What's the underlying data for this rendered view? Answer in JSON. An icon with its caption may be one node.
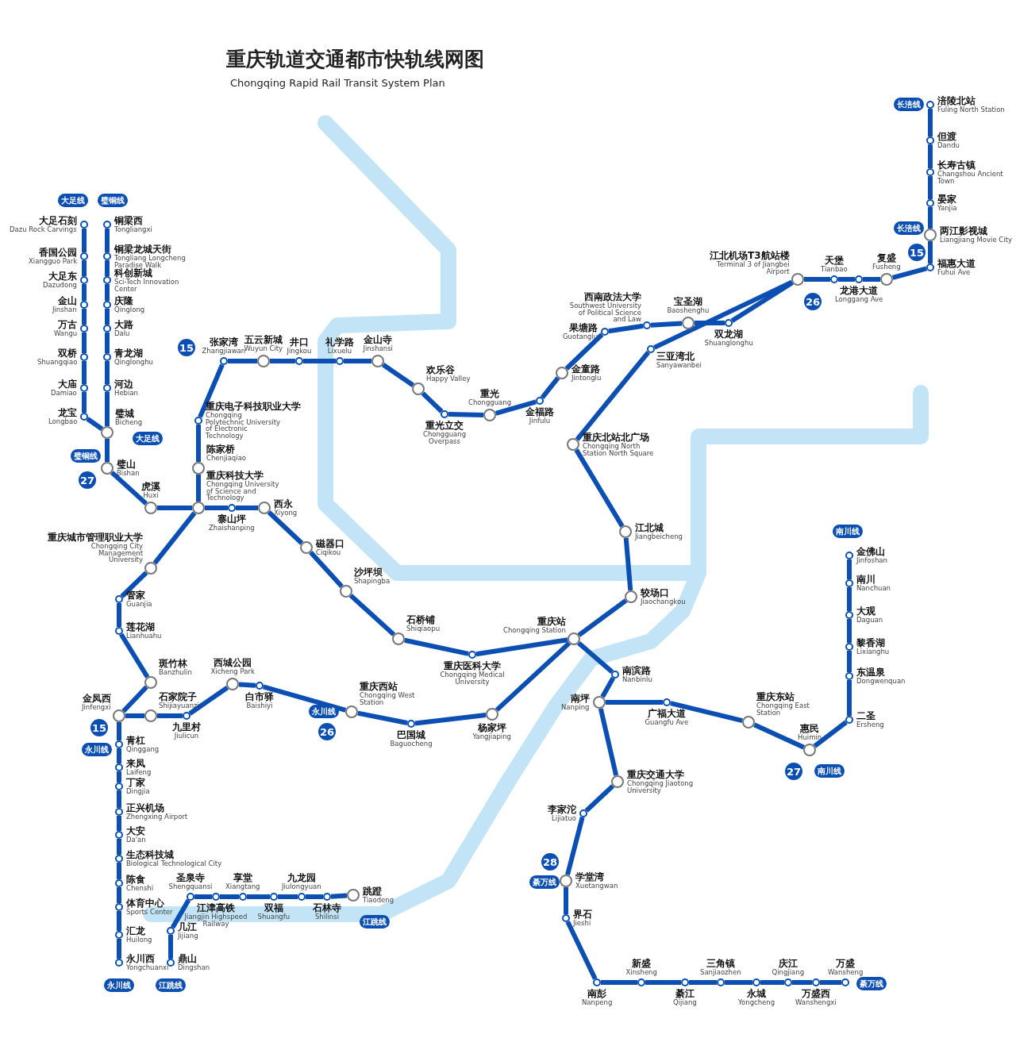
{
  "diagram": {
    "title": "重庆轨道交通都市快轨线网图",
    "nodes": [
      {
        "text": [
          "大足石刻",
          "Dazu Rock Carvings"
        ]
      },
      {
        "text": [
          "香国公园",
          "Xiangguo Park"
        ]
      },
      {
        "text": [
          "大足东",
          "Dazudong"
        ]
      },
      {
        "text": [
          "金山",
          "Jinshan"
        ]
      },
      {
        "text": [
          "万古",
          "Wangu"
        ]
      },
      {
        "text": [
          "双桥",
          "Shuangqiao"
        ]
      },
      {
        "text": [
          "大庙",
          "Damiao"
        ]
      },
      {
        "text": [
          "龙宝",
          "Longbao"
        ]
      },
      {
        "text": [
          "铜梁西",
          "Tongliangxi"
        ]
      },
      {
        "text": [
          "铜梁龙城天街",
          "Tongliang Longcheng Paradise Walk"
        ]
      },
      {
        "text": [
          "科创新城",
          "Sci-Tech Innovation Center"
        ]
      },
      {
        "text": [
          "庆隆",
          "Qinglong"
        ]
      },
      {
        "text": [
          "大路",
          "Dalu"
        ]
      },
      {
        "text": [
          "青龙湖",
          "Qinglonghu"
        ]
      },
      {
        "text": [
          "河边",
          "Hebian"
        ]
      },
      {
        "text": [
          "璧城",
          "Bicheng"
        ]
      },
      {
        "text": [
          "璧山",
          "Bishan"
        ]
      },
      {
        "text": [
          "虎溪",
          "Huxi"
        ]
      },
      {
        "text": [
          "重庆科技大学",
          "Chongqing University of Science and Technology"
        ]
      },
      {
        "text": [
          "寨山坪",
          "Zhaishanping"
        ]
      },
      {
        "text": [
          "西永",
          "Xiyong"
        ]
      },
      {
        "text": [
          "磁器口",
          "Ciqikou"
        ]
      },
      {
        "text": [
          "沙坪坝",
          "Shapingba"
        ]
      },
      {
        "text": [
          "石桥铺",
          "Shiqiaopu"
        ]
      },
      {
        "text": [
          "重庆医科大学",
          "Chongqing Medical University"
        ]
      },
      {
        "text": [
          "重庆站",
          "Chongqing Station"
        ]
      },
      {
        "text": [
          "南滨路",
          "Nanbinlu"
        ]
      },
      {
        "text": [
          "南坪",
          "Nanping"
        ]
      },
      {
        "text": [
          "广福大道",
          "Guangfu Ave"
        ]
      },
      {
        "text": [
          "重庆东站",
          "Chongqing East Station"
        ]
      },
      {
        "text": [
          "惠民",
          "Huimin"
        ]
      },
      {
        "text": [
          "二圣",
          "Ersheng"
        ]
      },
      {
        "text": [
          "东温泉",
          "Dongwenquan"
        ]
      },
      {
        "text": [
          "黎香湖",
          "Lixianghu"
        ]
      },
      {
        "text": [
          "大观",
          "Daguan"
        ]
      },
      {
        "text": [
          "南川",
          "Nanchuan"
        ]
      },
      {
        "text": [
          "金佛山",
          "Jinfoshan"
        ]
      },
      {
        "text": [
          "陈家桥",
          "Chenjiaqiao"
        ]
      },
      {
        "text": [
          "重庆电子科技职业大学",
          "Chongqing Polytechnic University of Electronic Technology"
        ]
      },
      {
        "text": [
          "张家湾",
          "Zhangjiawan"
        ]
      },
      {
        "text": [
          "五云新城",
          "Wuyun City"
        ]
      },
      {
        "text": [
          "井口",
          "Jingkou"
        ]
      },
      {
        "text": [
          "礼学路",
          "Lixuelu"
        ]
      },
      {
        "text": [
          "金山寺",
          "Jinshansi"
        ]
      },
      {
        "text": [
          "欢乐谷",
          "Happy Valley"
        ]
      },
      {
        "text": [
          "重光立交",
          "Chongguang Overpass"
        ]
      },
      {
        "text": [
          "重光",
          "Chongguang"
        ]
      },
      {
        "text": [
          "金福路",
          "Jinfulu"
        ]
      },
      {
        "text": [
          "金童路",
          "Jintonglu"
        ]
      },
      {
        "text": [
          "果塘路",
          "Guotanglu"
        ]
      },
      {
        "text": [
          "西南政法大学",
          "Southwest University of Political Science and Law"
        ]
      },
      {
        "text": [
          "宝圣湖",
          "Baoshenghu"
        ]
      },
      {
        "text": [
          "双龙湖",
          "Shuanglonghu"
        ]
      },
      {
        "text": [
          "江北机场T3航站楼",
          "Terminal 3 of Jiangbei Airport"
        ]
      },
      {
        "text": [
          "天堡",
          "Tianbao"
        ]
      },
      {
        "text": [
          "龙港大道",
          "Longgang Ave"
        ]
      },
      {
        "text": [
          "复盛",
          "Fusheng"
        ]
      },
      {
        "text": [
          "福惠大道",
          "Fuhui Ave"
        ]
      },
      {
        "text": [
          "两江影视城",
          "Liangjiang Movie City"
        ]
      },
      {
        "text": [
          "晏家",
          "Yanjia"
        ]
      },
      {
        "text": [
          "长寿古镇",
          "Changshou Ancient Town"
        ]
      },
      {
        "text": [
          "但渡",
          "Dandu"
        ]
      },
      {
        "text": [
          "涪陵北站",
          "Fuling North Station"
        ]
      },
      {
        "text": [
          "重庆城市管理职业大学",
          "Chongqing City Management University"
        ]
      },
      {
        "text": [
          "管家",
          "Guanjia"
        ]
      },
      {
        "text": [
          "莲花湖",
          "Lianhuahu"
        ]
      },
      {
        "text": [
          "斑竹林",
          "Banzhulin"
        ]
      },
      {
        "text": [
          "金凤西",
          "Jinfengxi"
        ]
      },
      {
        "text": [
          "石家院子",
          "Shijiayuanzi"
        ]
      },
      {
        "text": [
          "九里村",
          "Jiulicun"
        ]
      },
      {
        "text": [
          "西城公园",
          "Xicheng Park"
        ]
      },
      {
        "text": [
          "白市驿",
          "Baishiyi"
        ]
      },
      {
        "text": [
          "重庆西站",
          "Chongqing West Station"
        ]
      },
      {
        "text": [
          "巴国城",
          "Baguocheng"
        ]
      },
      {
        "text": [
          "杨家坪",
          "Yangjiaping"
        ]
      },
      {
        "text": [
          "较场口",
          "Jiaochangkou"
        ]
      },
      {
        "text": [
          "江北城",
          "Jiangbeicheng"
        ]
      },
      {
        "text": [
          "重庆北站北广场",
          "Chongqing North Station North Square"
        ]
      },
      {
        "text": [
          "三亚湾北",
          "Sanyawanbei"
        ]
      },
      {
        "text": [
          "青杠",
          "Qinggang"
        ]
      },
      {
        "text": [
          "来凤",
          "Laifeng"
        ]
      },
      {
        "text": [
          "丁家",
          "Dingjia"
        ]
      },
      {
        "text": [
          "正兴机场",
          "Zhengxing Airport"
        ]
      },
      {
        "text": [
          "大安",
          "Da'an"
        ]
      },
      {
        "text": [
          "生态科技城",
          "Biological Technological City"
        ]
      },
      {
        "text": [
          "陈食",
          "Chenshi"
        ]
      },
      {
        "text": [
          "体育中心",
          "Sports Center"
        ]
      },
      {
        "text": [
          "汇龙",
          "Huilong"
        ]
      },
      {
        "text": [
          "永川西",
          "Yongchuanxi"
        ]
      },
      {
        "text": [
          "跳蹬",
          "Tiaodeng"
        ]
      },
      {
        "text": [
          "石林寺",
          "Shilinsi"
        ]
      },
      {
        "text": [
          "九龙园",
          "Jiulongyuan"
        ]
      },
      {
        "text": [
          "双福",
          "Shuangfu"
        ]
      },
      {
        "text": [
          "享堂",
          "Xiangtang"
        ]
      },
      {
        "text": [
          "江津高铁",
          "Jiangjin Highspeed Railway"
        ]
      },
      {
        "text": [
          "圣泉寺",
          "Shengquansi"
        ]
      },
      {
        "text": [
          "几江",
          "Jijiang"
        ]
      },
      {
        "text": [
          "鼎山",
          "Dingshan"
        ]
      },
      {
        "text": [
          "重庆交通大学",
          "Chongqing Jiaotong University"
        ]
      },
      {
        "text": [
          "李家沱",
          "Lijiatuo"
        ]
      },
      {
        "text": [
          "学堂湾",
          "Xuetangwan"
        ]
      },
      {
        "text": [
          "界石",
          "Jieshi"
        ]
      },
      {
        "text": [
          "南彭",
          "Nanpeng"
        ]
      },
      {
        "text": [
          "新盛",
          "Xinsheng"
        ]
      },
      {
        "text": [
          "綦江",
          "Qijiang"
        ]
      },
      {
        "text": [
          "三角镇",
          "Sanjiaozhen"
        ]
      },
      {
        "text": [
          "永城",
          "Yongcheng"
        ]
      },
      {
        "text": [
          "庆江",
          "Qingjiang"
        ]
      },
      {
        "text": [
          "万盛西",
          "Wanshengxi"
        ]
      },
      {
        "text": [
          "万盛",
          "Wansheng"
        ]
      }
    ],
    "edges": [
      {
        "from": 0,
        "to": 1,
        "arrow": "none"
      },
      {
        "from": 1,
        "to": 2,
        "arrow": "none"
      },
      {
        "from": 2,
        "to": 3,
        "arrow": "none"
      },
      {
        "from": 3,
        "to": 4,
        "arrow": "none"
      },
      {
        "from": 4,
        "to": 5,
        "arrow": "none"
      },
      {
        "from": 5,
        "to": 6,
        "arrow": "none"
      },
      {
        "from": 6,
        "to": 7,
        "arrow": "none"
      },
      {
        "from": 7,
        "to": 15,
        "arrow": "none"
      },
      {
        "from": 8,
        "to": 9,
        "arrow": "none"
      },
      {
        "from": 9,
        "to": 10,
        "arrow": "none"
      },
      {
        "from": 10,
        "to": 11,
        "arrow": "none"
      },
      {
        "from": 11,
        "to": 12,
        "arrow": "none"
      },
      {
        "from": 12,
        "to": 13,
        "arrow": "none"
      },
      {
        "from": 13,
        "to": 14,
        "arrow": "none"
      },
      {
        "from": 14,
        "to": 15,
        "arrow": "none"
      },
      {
        "from": 15,
        "to": 16,
        "arrow": "none"
      },
      {
        "from": 16,
        "to": 17,
        "arrow": "none"
      },
      {
        "from": 17,
        "to": 18,
        "arrow": "none"
      },
      {
        "from": 18,
        "to": 19,
        "arrow": "none"
      },
      {
        "from": 19,
        "to": 20,
        "arrow": "none"
      },
      {
        "from": 20,
        "to": 21,
        "arrow": "none"
      },
      {
        "from": 21,
        "to": 22,
        "arrow": "none"
      },
      {
        "from": 22,
        "to": 23,
        "arrow": "none"
      },
      {
        "from": 23,
        "to": 24,
        "arrow": "none"
      },
      {
        "from": 24,
        "to": 25,
        "arrow": "none"
      },
      {
        "from": 25,
        "to": 26,
        "arrow": "none"
      },
      {
        "from": 26,
        "to": 27,
        "arrow": "none"
      },
      {
        "from": 27,
        "to": 28,
        "arrow": "none"
      },
      {
        "from": 28,
        "to": 29,
        "arrow": "none"
      },
      {
        "from": 29,
        "to": 30,
        "arrow": "none"
      },
      {
        "from": 30,
        "to": 31,
        "arrow": "none"
      },
      {
        "from": 31,
        "to": 32,
        "arrow": "none"
      },
      {
        "from": 32,
        "to": 33,
        "arrow": "none"
      },
      {
        "from": 33,
        "to": 34,
        "arrow": "none"
      },
      {
        "from": 34,
        "to": 35,
        "arrow": "none"
      },
      {
        "from": 35,
        "to": 36,
        "arrow": "none"
      },
      {
        "from": 18,
        "to": 37,
        "arrow": "none"
      },
      {
        "from": 37,
        "to": 38,
        "arrow": "none"
      },
      {
        "from": 38,
        "to": 39,
        "arrow": "none"
      },
      {
        "from": 39,
        "to": 40,
        "arrow": "none"
      },
      {
        "from": 40,
        "to": 41,
        "arrow": "none"
      },
      {
        "from": 41,
        "to": 42,
        "arrow": "none"
      },
      {
        "from": 42,
        "to": 43,
        "arrow": "none"
      },
      {
        "from": 43,
        "to": 44,
        "arrow": "none"
      },
      {
        "from": 44,
        "to": 45,
        "arrow": "none"
      },
      {
        "from": 45,
        "to": 46,
        "arrow": "none"
      },
      {
        "from": 46,
        "to": 47,
        "arrow": "none"
      },
      {
        "from": 47,
        "to": 48,
        "arrow": "none"
      },
      {
        "from": 48,
        "to": 49,
        "arrow": "none"
      },
      {
        "from": 49,
        "to": 50,
        "arrow": "none"
      },
      {
        "from": 50,
        "to": 51,
        "arrow": "none"
      },
      {
        "from": 51,
        "to": 52,
        "arrow": "none"
      },
      {
        "from": 52,
        "to": 53,
        "arrow": "none"
      },
      {
        "from": 53,
        "to": 54,
        "arrow": "none"
      },
      {
        "from": 54,
        "to": 55,
        "arrow": "none"
      },
      {
        "from": 55,
        "to": 56,
        "arrow": "none"
      },
      {
        "from": 56,
        "to": 57,
        "arrow": "none"
      },
      {
        "from": 57,
        "to": 58,
        "arrow": "none"
      },
      {
        "from": 58,
        "to": 59,
        "arrow": "none"
      },
      {
        "from": 59,
        "to": 60,
        "arrow": "none"
      },
      {
        "from": 60,
        "to": 61,
        "arrow": "none"
      },
      {
        "from": 61,
        "to": 62,
        "arrow": "none"
      },
      {
        "from": 18,
        "to": 63,
        "arrow": "none"
      },
      {
        "from": 63,
        "to": 64,
        "arrow": "none"
      },
      {
        "from": 64,
        "to": 65,
        "arrow": "none"
      },
      {
        "from": 65,
        "to": 66,
        "arrow": "none"
      },
      {
        "from": 66,
        "to": 67,
        "arrow": "none"
      },
      {
        "from": 67,
        "to": 68,
        "arrow": "none"
      },
      {
        "from": 68,
        "to": 69,
        "arrow": "none"
      },
      {
        "from": 69,
        "to": 70,
        "arrow": "none"
      },
      {
        "from": 70,
        "to": 71,
        "arrow": "none"
      },
      {
        "from": 71,
        "to": 72,
        "arrow": "none"
      },
      {
        "from": 72,
        "to": 73,
        "arrow": "none"
      },
      {
        "from": 73,
        "to": 74,
        "arrow": "none"
      },
      {
        "from": 74,
        "to": 25,
        "arrow": "none"
      },
      {
        "from": 25,
        "to": 75,
        "arrow": "none"
      },
      {
        "from": 75,
        "to": 76,
        "arrow": "none"
      },
      {
        "from": 76,
        "to": 77,
        "arrow": "none"
      },
      {
        "from": 77,
        "to": 78,
        "arrow": "none"
      },
      {
        "from": 78,
        "to": 53,
        "arrow": "none"
      },
      {
        "from": 67,
        "to": 79,
        "arrow": "none"
      },
      {
        "from": 79,
        "to": 80,
        "arrow": "none"
      },
      {
        "from": 80,
        "to": 81,
        "arrow": "none"
      },
      {
        "from": 81,
        "to": 82,
        "arrow": "none"
      },
      {
        "from": 82,
        "to": 83,
        "arrow": "none"
      },
      {
        "from": 83,
        "to": 84,
        "arrow": "none"
      },
      {
        "from": 84,
        "to": 85,
        "arrow": "none"
      },
      {
        "from": 85,
        "to": 86,
        "arrow": "none"
      },
      {
        "from": 86,
        "to": 87,
        "arrow": "none"
      },
      {
        "from": 87,
        "to": 88,
        "arrow": "none"
      },
      {
        "from": 89,
        "to": 90,
        "arrow": "none"
      },
      {
        "from": 90,
        "to": 91,
        "arrow": "none"
      },
      {
        "from": 91,
        "to": 92,
        "arrow": "none"
      },
      {
        "from": 92,
        "to": 93,
        "arrow": "none"
      },
      {
        "from": 93,
        "to": 94,
        "arrow": "none"
      },
      {
        "from": 94,
        "to": 95,
        "arrow": "none"
      },
      {
        "from": 95,
        "to": 96,
        "arrow": "none"
      },
      {
        "from": 96,
        "to": 97,
        "arrow": "none"
      },
      {
        "from": 27,
        "to": 98,
        "arrow": "none"
      },
      {
        "from": 98,
        "to": 99,
        "arrow": "none"
      },
      {
        "from": 99,
        "to": 100,
        "arrow": "none"
      },
      {
        "from": 100,
        "to": 101,
        "arrow": "none"
      },
      {
        "from": 101,
        "to": 102,
        "arrow": "none"
      },
      {
        "from": 102,
        "to": 103,
        "arrow": "none"
      },
      {
        "from": 103,
        "to": 104,
        "arrow": "none"
      },
      {
        "from": 104,
        "to": 105,
        "arrow": "none"
      },
      {
        "from": 105,
        "to": 106,
        "arrow": "none"
      },
      {
        "from": 106,
        "to": 107,
        "arrow": "none"
      },
      {
        "from": 107,
        "to": 108,
        "arrow": "none"
      },
      {
        "from": 108,
        "to": 109,
        "arrow": "none"
      }
    ],
    "labels": [
      "Chongqing Rapid Rail Transit System Plan",
      "长涪线",
      "大足线",
      "璧铜线",
      "15",
      "长涪线",
      "15",
      "26",
      "大足线",
      "璧铜线",
      "27",
      "南川线",
      "永川线",
      "26",
      "15",
      "永川线",
      "27",
      "南川线",
      "28",
      "綦万线",
      "永川线",
      "江跳线",
      "江跳线",
      "綦万线"
    ]
  }
}
